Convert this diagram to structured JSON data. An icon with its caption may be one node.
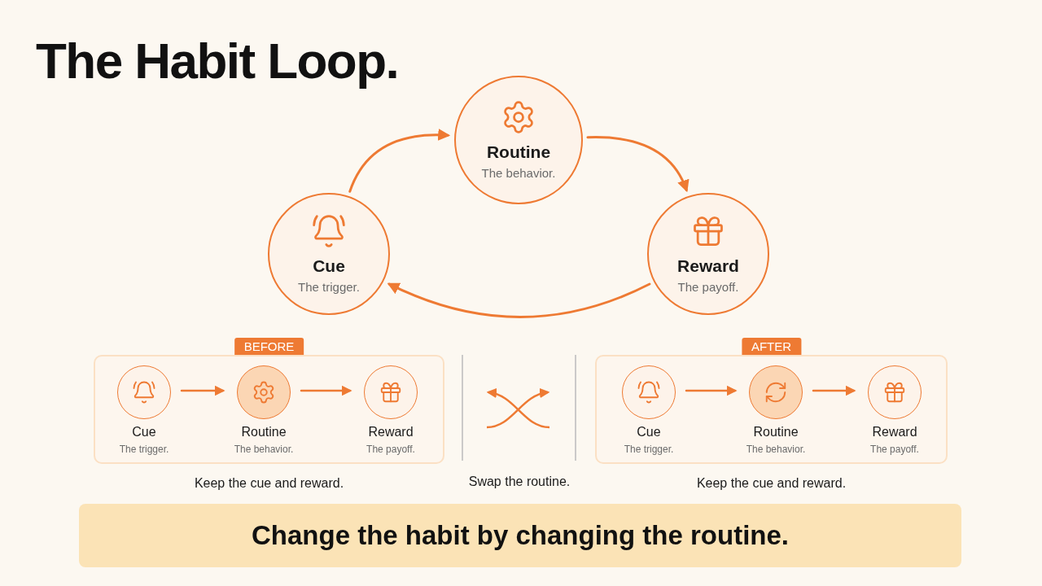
{
  "diagram": {
    "title": "The Habit Loop.",
    "nodes": [
      {
        "text": [
          "Routine",
          "The behavior."
        ]
      },
      {
        "text": [
          "Cue",
          "The trigger."
        ]
      },
      {
        "text": [
          "Reward",
          "The payoff."
        ]
      },
      {
        "text": [
          "BEFORE"
        ],
        "beside": [
          "Keep the cue and reward."
        ]
      },
      {
        "text": [
          "Cue",
          "The trigger."
        ],
        "in": 3
      },
      {
        "text": [
          "Routine",
          "The behavior."
        ],
        "in": 3
      },
      {
        "text": [
          "Reward",
          "The payoff."
        ],
        "in": 3
      },
      {
        "text": [
          "AFTER"
        ],
        "beside": [
          "Keep the cue and reward."
        ]
      },
      {
        "text": [
          "Cue",
          "The trigger."
        ],
        "in": 7
      },
      {
        "text": [
          "Routine",
          "The behavior."
        ],
        "in": 7
      },
      {
        "text": [
          "Reward",
          "The payoff."
        ],
        "in": 7
      },
      {
        "text": [
          "Change the habit by changing the routine."
        ]
      }
    ],
    "edges": [
      {
        "from": 1,
        "to": 0,
        "arrow": "to"
      },
      {
        "from": 0,
        "to": 2,
        "arrow": "to"
      },
      {
        "from": 2,
        "to": 1,
        "arrow": "to"
      },
      {
        "from": 4,
        "to": 5,
        "arrow": "to"
      },
      {
        "from": 5,
        "to": 6,
        "arrow": "to"
      },
      {
        "from": 8,
        "to": 9,
        "arrow": "to"
      },
      {
        "from": 9,
        "to": 10,
        "arrow": "to"
      }
    ],
    "labels": [
      "Swap the routine."
    ]
  }
}
